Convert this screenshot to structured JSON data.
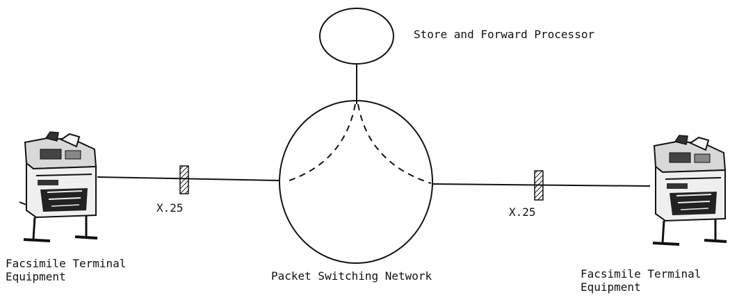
{
  "labels": {
    "store_forward": "Store and Forward Processor",
    "packet_network": "Packet Switching Network",
    "x25_left": "X.25",
    "x25_right": "X.25",
    "left_terminal_line1": "Facsimile Terminal",
    "left_terminal_line2": "Equipment",
    "right_terminal_line1": "Facsimile Terminal",
    "right_terminal_line2": "Equipment"
  },
  "colors": {
    "ink": "#111111",
    "background": "#ffffff"
  },
  "icons": {
    "terminal": "facsimile-machine-icon"
  }
}
